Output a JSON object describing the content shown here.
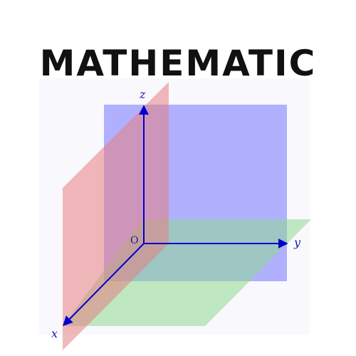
{
  "title": "MATHEMATIC",
  "axes": {
    "x_label": "x",
    "y_label": "y",
    "z_label": "z",
    "origin_label": "O"
  },
  "planes": {
    "xz_color": "#e57f7f",
    "yz_color": "#7f7fff",
    "xy_color": "#8fd88f"
  },
  "colors": {
    "axis": "#0000cc",
    "label": "#1a1aa8"
  }
}
